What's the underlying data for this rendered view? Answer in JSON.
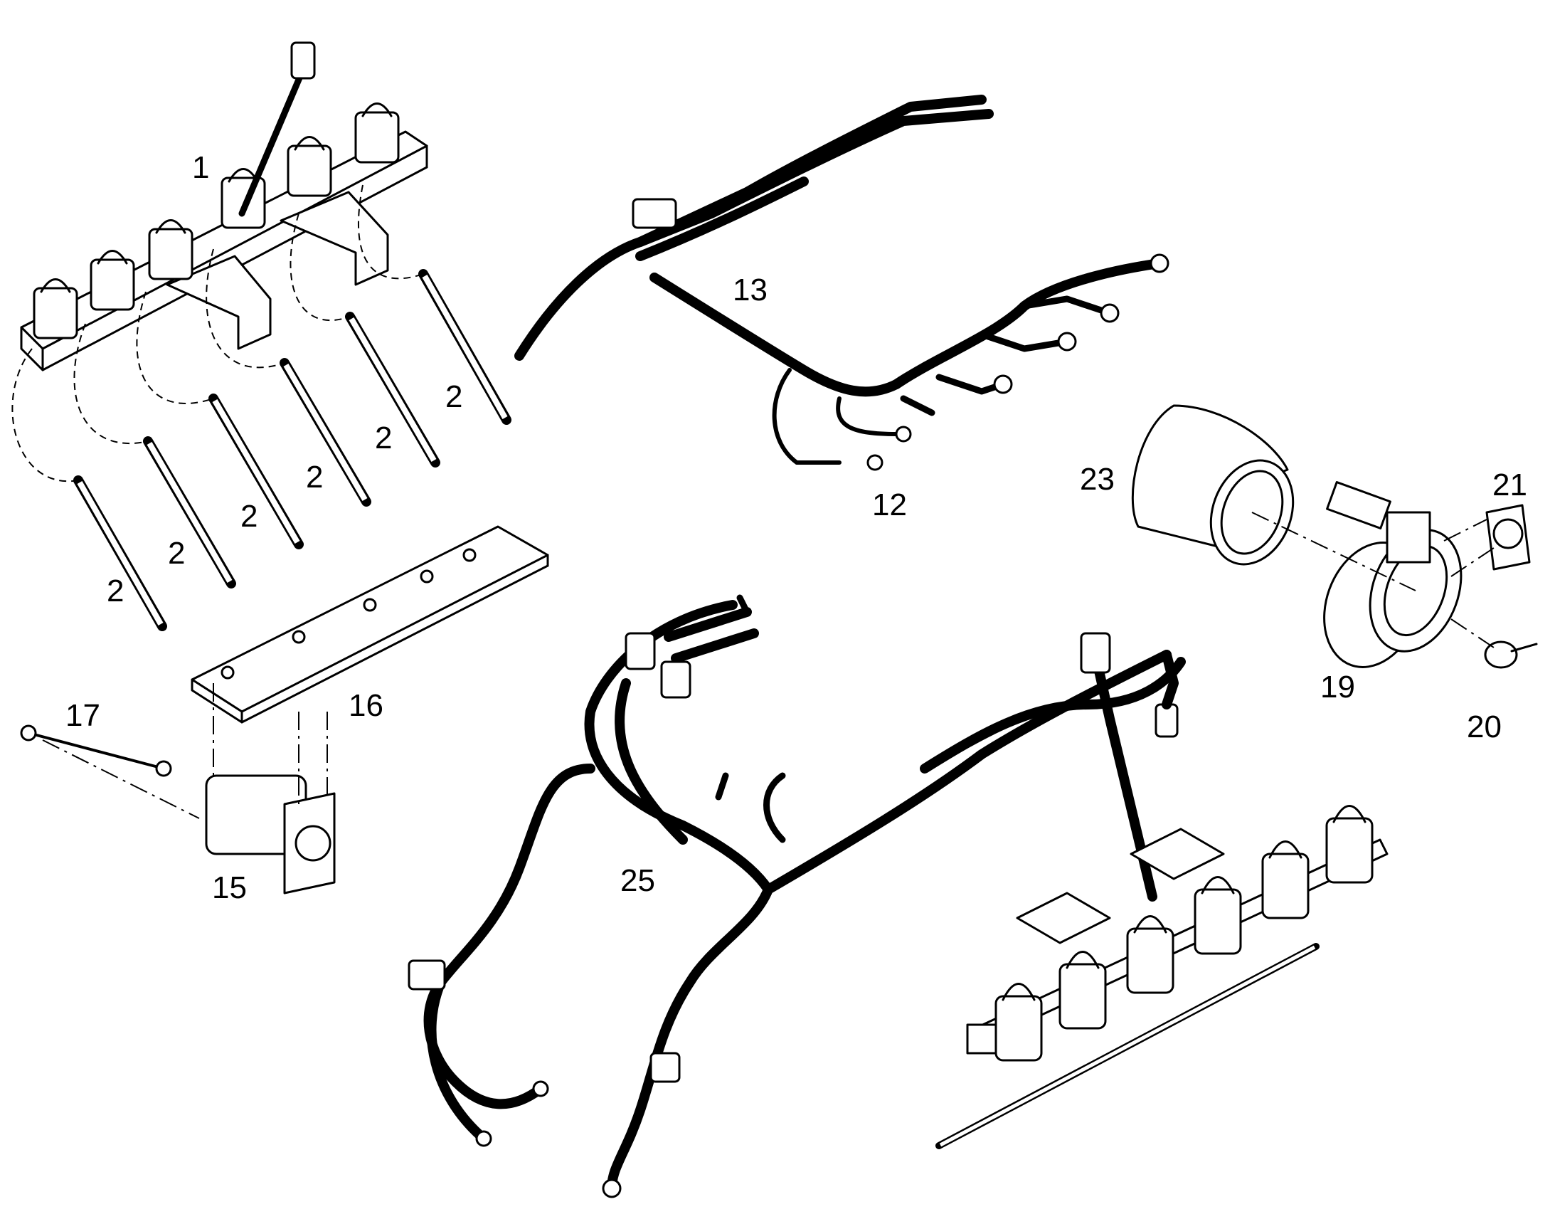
{
  "callouts": {
    "c1": "1",
    "c2a": "2",
    "c2b": "2",
    "c2c": "2",
    "c2d": "2",
    "c2e": "2",
    "c2f": "2",
    "c12": "12",
    "c13": "13",
    "c15": "15",
    "c16": "16",
    "c17": "17",
    "c19": "19",
    "c20": "20",
    "c21": "21",
    "c23": "23",
    "c25": "25"
  }
}
